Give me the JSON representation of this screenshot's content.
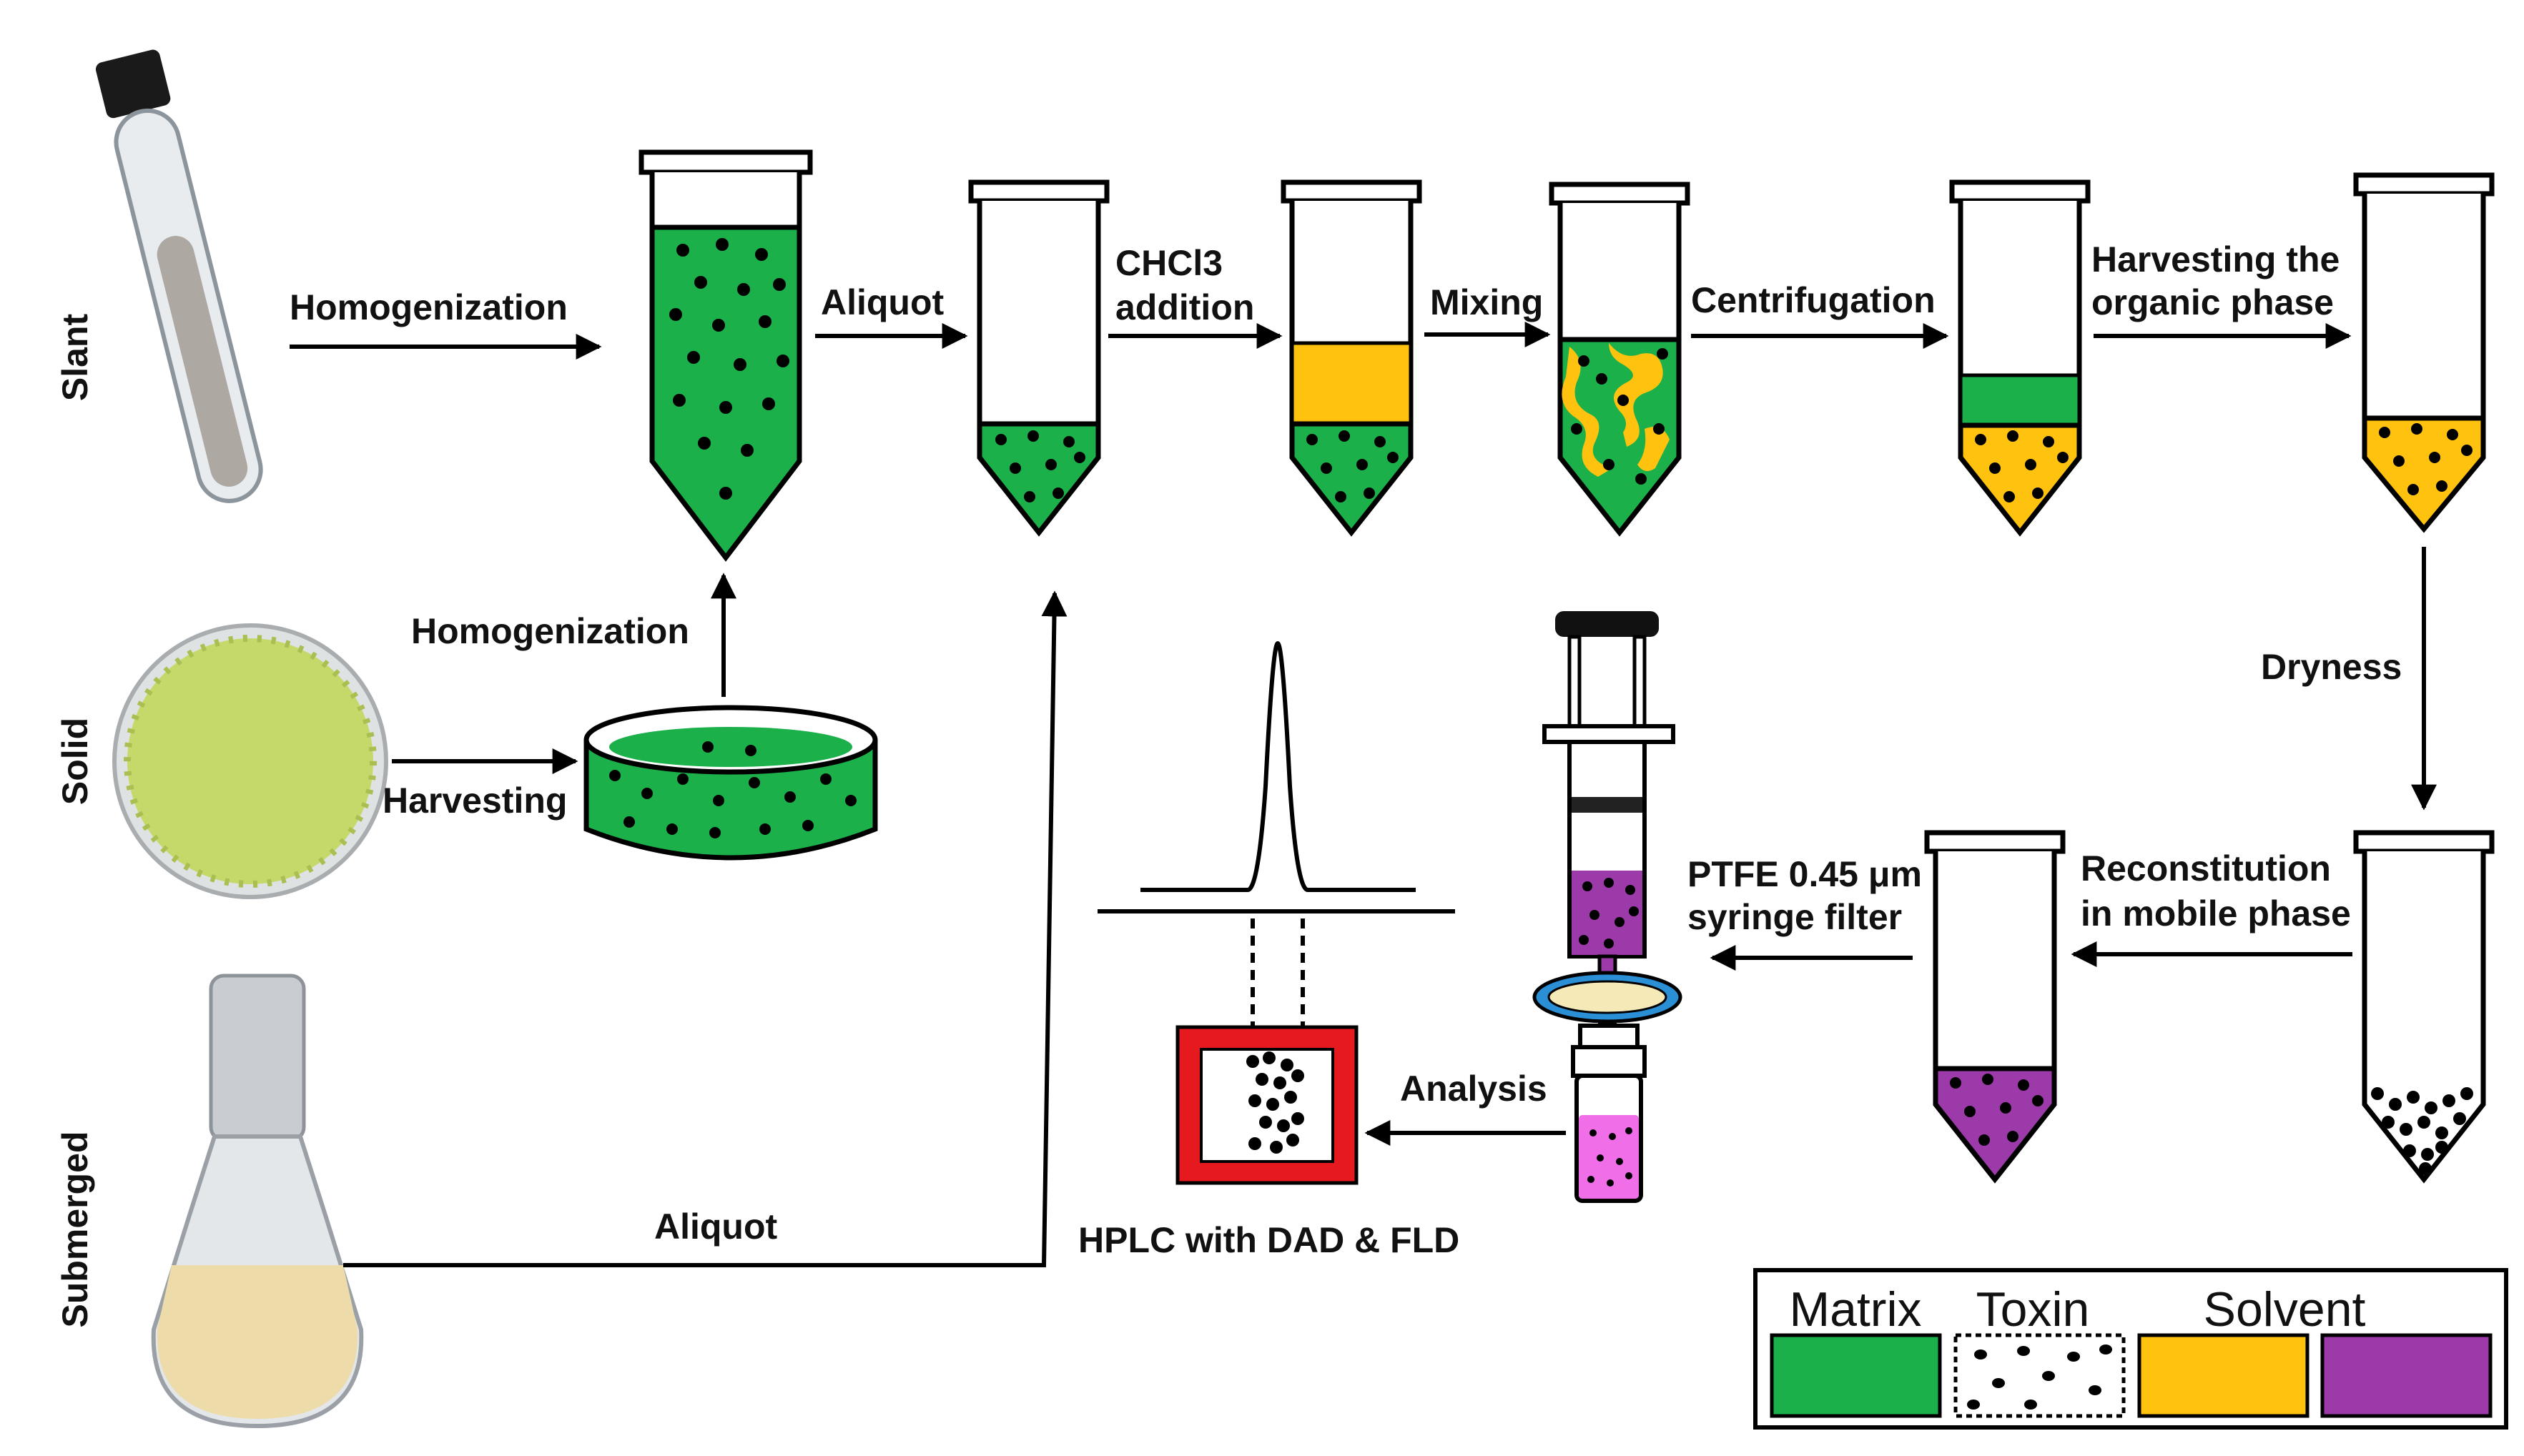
{
  "colors": {
    "matrix": "#1bb04a",
    "toxin": "#000000",
    "solvent_chloroform": "#ffc20e",
    "solvent_mobile": "#9b3aa8",
    "filtrate": "#f06fe8",
    "hplc_frame": "#e6191e",
    "filter_ring": "#2b8fd6",
    "filter_disc": "#f6e9b8"
  },
  "sources": {
    "slant": "Slant",
    "solid": "Solid",
    "submerged": "Submerged"
  },
  "steps": {
    "homogenization_top": "Homogenization",
    "homogenization_solid": "Homogenization",
    "harvesting": "Harvesting",
    "aliquot_top": "Aliquot",
    "chcl3_line1": "CHCl3",
    "chcl3_line2": "addition",
    "mixing": "Mixing",
    "centrifugation": "Centrifugation",
    "harvest_org_line1": "Harvesting the",
    "harvest_org_line2": "organic phase",
    "dryness": "Dryness",
    "reconstitution_line1": "Reconstitution",
    "reconstitution_line2": "in mobile phase",
    "ptfe_line1": "PTFE 0.45 μm",
    "ptfe_line2": "syringe filter",
    "analysis": "Analysis",
    "aliquot_bottom": "Aliquot",
    "hplc": "HPLC with DAD & FLD"
  },
  "legend": {
    "matrix": "Matrix",
    "toxin": "Toxin",
    "solvent": "Solvent"
  }
}
